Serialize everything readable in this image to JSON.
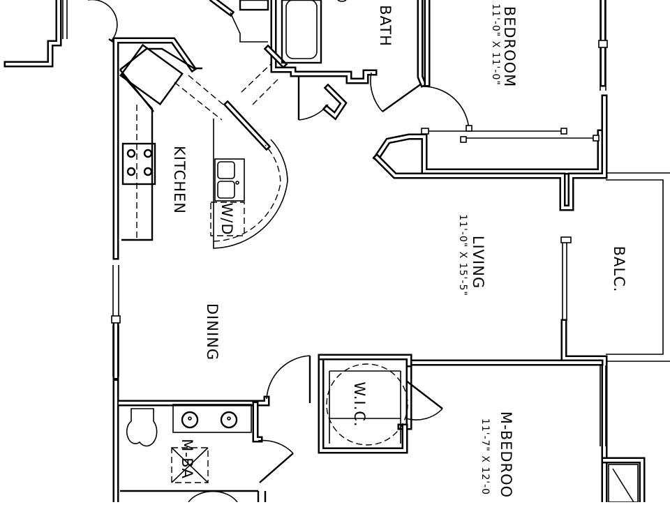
{
  "rooms": {
    "bath": "BATH",
    "bedroom": "BEDROOM",
    "bedroom_size": "11'-0\" X 11'-0\"",
    "kitchen": "KITCHEN",
    "wd": "W/D",
    "living": "LIVING",
    "living_size": "11'-0\" X 15'-5\"",
    "balc": "BALC.",
    "dining": "DINING",
    "wic": "W.I.C.",
    "mbedroom": "M-BEDROO",
    "mbedroom_size": "11'-7\" X 12'-0",
    "mbath": "M-BA"
  }
}
